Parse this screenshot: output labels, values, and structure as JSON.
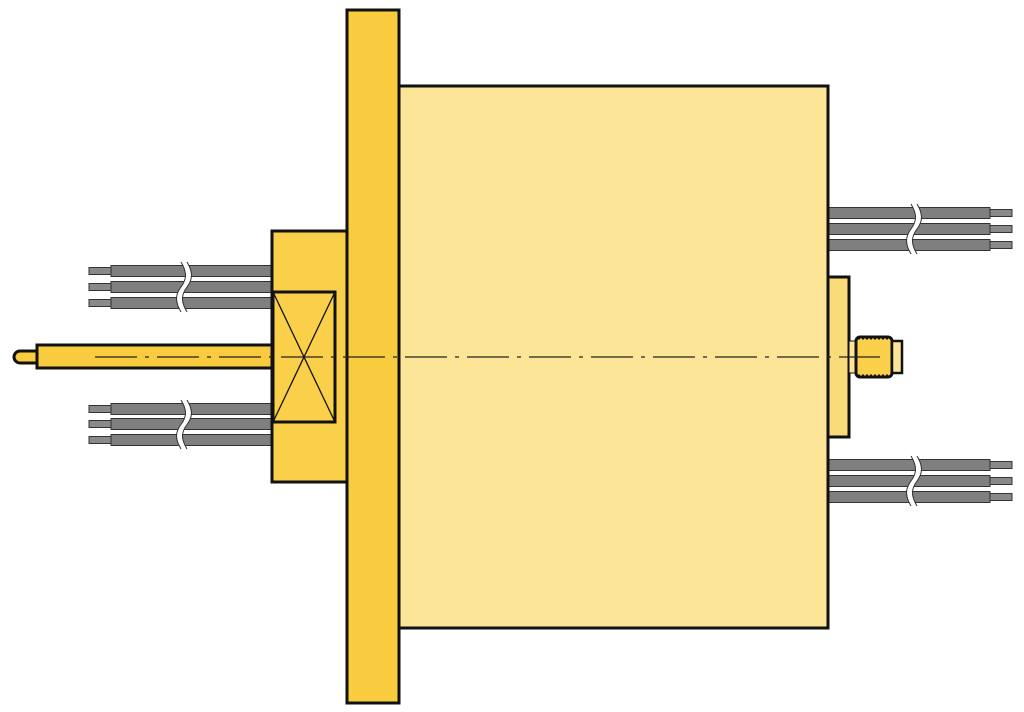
{
  "diagram": {
    "subject": "slip-ring-assembly",
    "colors": {
      "flange": "#F9CB3F",
      "body": "#FDE597",
      "hub": "#FAD04A",
      "end_plate": "#FADB7A",
      "shaft": "#F9CB3F",
      "wire": "#7F7F7F",
      "wire_tip": "#8A8A8A",
      "outline": "#111111"
    },
    "wire_groups": [
      {
        "side": "left",
        "position": "upper",
        "count": 3
      },
      {
        "side": "left",
        "position": "lower",
        "count": 3
      },
      {
        "side": "right",
        "position": "upper",
        "count": 3
      },
      {
        "side": "right",
        "position": "lower",
        "count": 3
      }
    ]
  }
}
